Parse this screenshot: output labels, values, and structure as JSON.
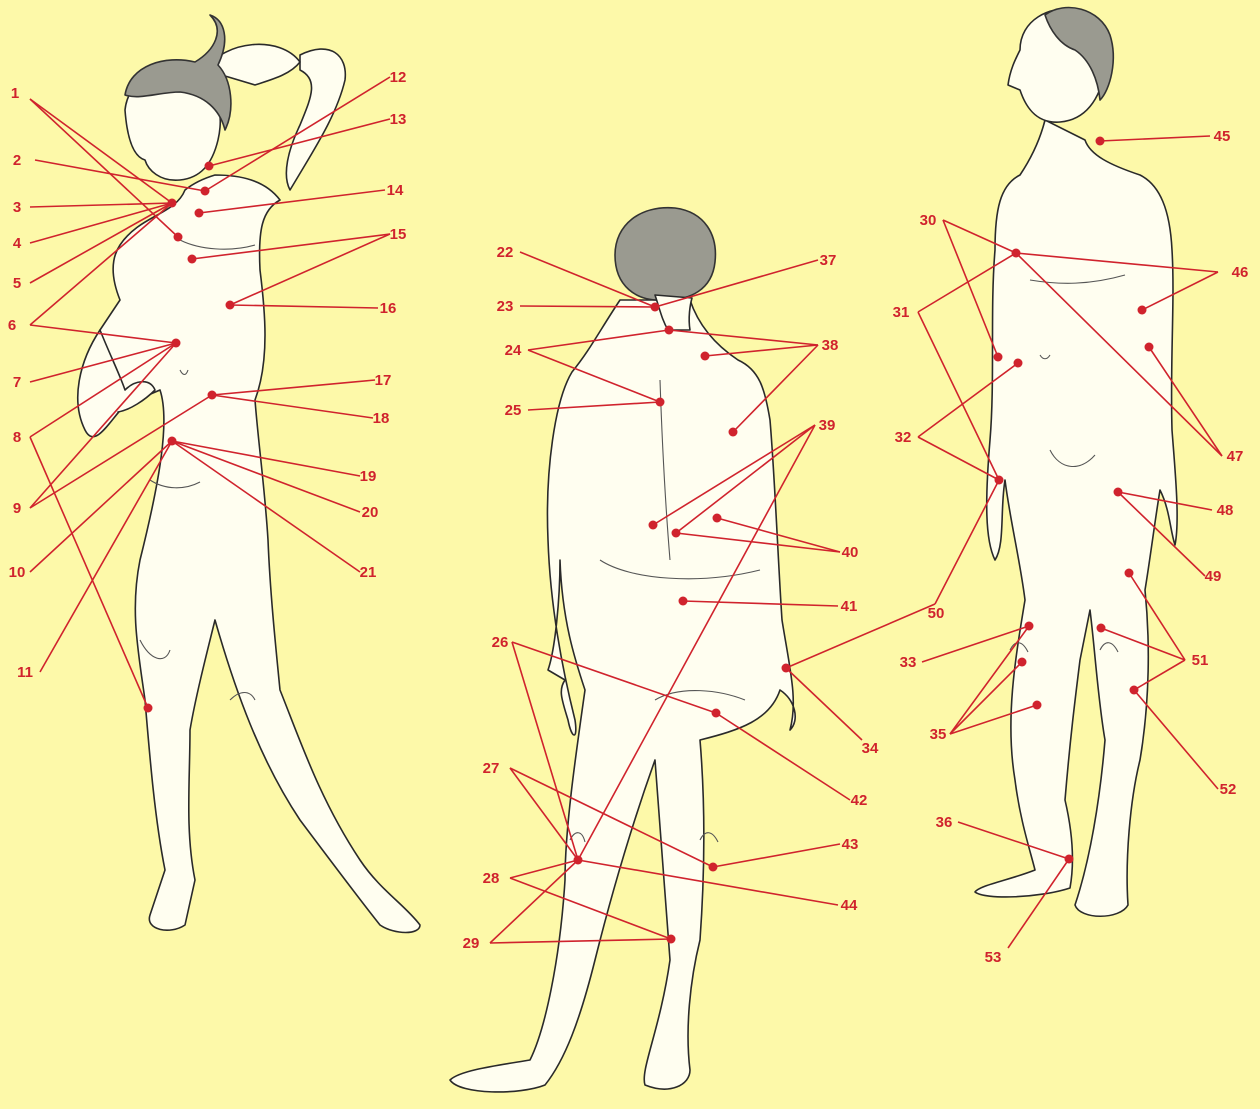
{
  "colors": {
    "background": "#fdf9a9",
    "accent": "#d0232d",
    "figure_fill": "#fffef0",
    "outline": "#2a2a2a"
  },
  "figures": [
    "front-three-quarter-female",
    "back-female",
    "front-male"
  ],
  "labels": [
    "1",
    "2",
    "3",
    "4",
    "5",
    "6",
    "7",
    "8",
    "9",
    "10",
    "11",
    "12",
    "13",
    "14",
    "15",
    "16",
    "17",
    "18",
    "19",
    "20",
    "21",
    "22",
    "23",
    "24",
    "25",
    "26",
    "27",
    "28",
    "29",
    "30",
    "31",
    "32",
    "33",
    "34",
    "35",
    "36",
    "37",
    "38",
    "39",
    "40",
    "41",
    "42",
    "43",
    "44",
    "45",
    "46",
    "47",
    "48",
    "49",
    "50",
    "51",
    "52",
    "53"
  ]
}
